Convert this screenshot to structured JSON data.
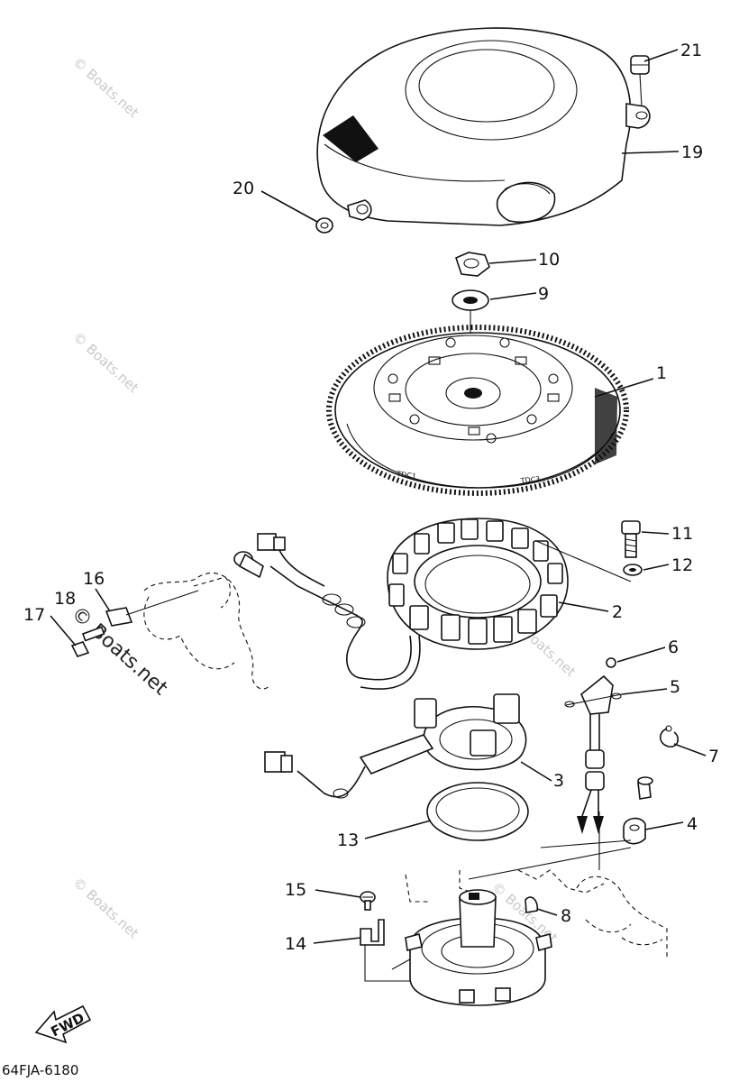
{
  "diagram_code": "64FJA-6180",
  "fwd_label": "FWD",
  "watermark": "© Boats.net",
  "callouts": [
    {
      "id": "1",
      "label": "1"
    },
    {
      "id": "2",
      "label": "2"
    },
    {
      "id": "3",
      "label": "3"
    },
    {
      "id": "4",
      "label": "4"
    },
    {
      "id": "5",
      "label": "5"
    },
    {
      "id": "6",
      "label": "6"
    },
    {
      "id": "7",
      "label": "7"
    },
    {
      "id": "8",
      "label": "8"
    },
    {
      "id": "9",
      "label": "9"
    },
    {
      "id": "10",
      "label": "10"
    },
    {
      "id": "11",
      "label": "11"
    },
    {
      "id": "12",
      "label": "12"
    },
    {
      "id": "13",
      "label": "13"
    },
    {
      "id": "14",
      "label": "14"
    },
    {
      "id": "15",
      "label": "15"
    },
    {
      "id": "16",
      "label": "16"
    },
    {
      "id": "17",
      "label": "17"
    },
    {
      "id": "18",
      "label": "18"
    },
    {
      "id": "19",
      "label": "19"
    },
    {
      "id": "20",
      "label": "20"
    },
    {
      "id": "21",
      "label": "21"
    }
  ]
}
